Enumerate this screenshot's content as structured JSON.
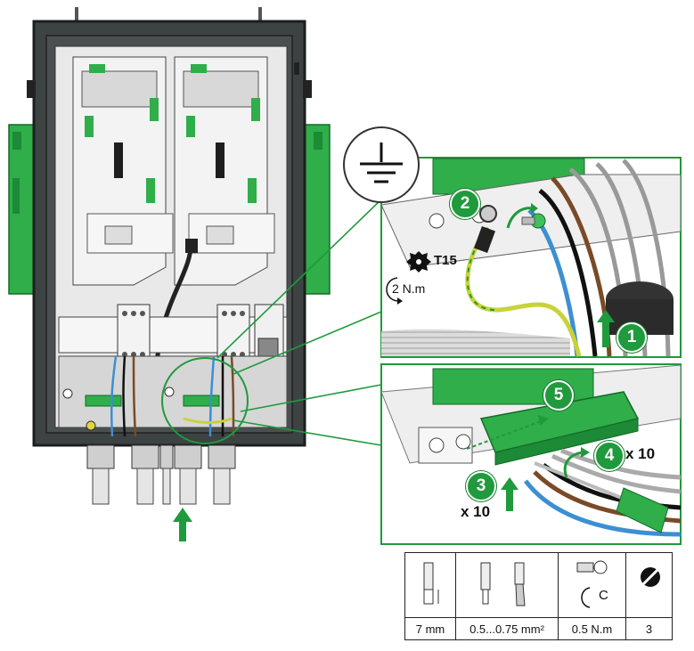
{
  "callouts": {
    "torx_label": "T15",
    "ground_torque": "2 N.m",
    "multiplier_top": "x 10",
    "multiplier_left": "x 10"
  },
  "steps": [
    "1",
    "2",
    "3",
    "4",
    "5"
  ],
  "spec_table": {
    "values": [
      "7 mm",
      "0.5...0.75 mm²",
      "0.5 N.m",
      "3"
    ],
    "screw_type_letter": "C"
  },
  "icons": [
    "ground-icon",
    "torx-icon",
    "torque-arrow-icon",
    "wire-strip-length-icon",
    "ferrule-icon",
    "stranded-wire-icon",
    "screw-icon",
    "flat-screwdriver-icon",
    "insert-arrow-icon"
  ],
  "colors": {
    "accent_green": "#1f9a3c",
    "enclosure": "#3a3f3f",
    "ground_wire": "#c8d23c",
    "blue_wire": "#3c8fd2",
    "brown_wire": "#7a4a26"
  }
}
